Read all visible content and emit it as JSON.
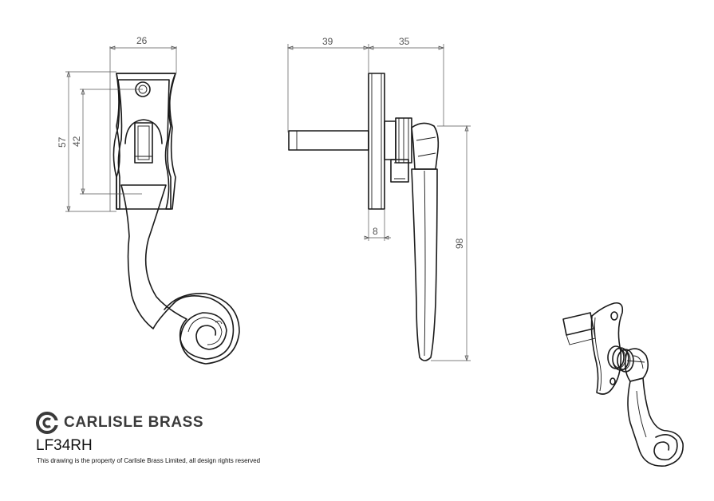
{
  "dimensions": {
    "front_width": "26",
    "front_height_total": "57",
    "front_height_inner": "42",
    "side_spindle": "39",
    "side_projection": "35",
    "side_plate_thickness": "8",
    "side_handle_length": "98"
  },
  "brand": {
    "name": "CARLISLE BRASS",
    "product_code": "LF34RH",
    "notice": "This drawing is the property of Carlisle Brass Limited, all design rights reserved"
  },
  "colors": {
    "line": "#1a1a1a",
    "dimension": "#555555",
    "brand_text": "#3a3a3a"
  },
  "icons": {
    "logo": "carlisle-brass-logo-icon"
  }
}
